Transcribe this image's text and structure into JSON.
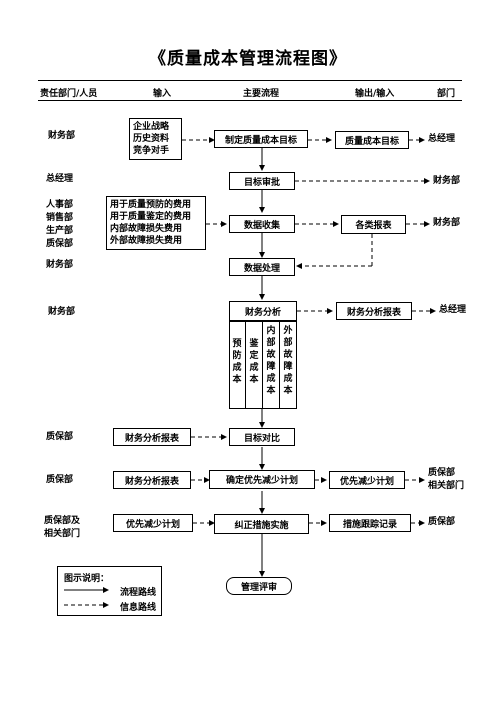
{
  "title": "《质量成本管理流程图》",
  "headers": {
    "dept": "责任部门/人员",
    "input": "输入",
    "main": "主要流程",
    "output": "输出/输入",
    "dept2": "部门"
  },
  "left_labels": {
    "r1": "财务部",
    "r2": "总经理",
    "r3": "人事部\n销售部\n生产部\n质保部",
    "r4": "财务部",
    "r5": "财务部",
    "r6": "质保部",
    "r7": "质保部",
    "r8": "质保部及\n相关部门"
  },
  "inputs": {
    "strategy": "企业战略\n历史资料\n竞争对手",
    "costs": "用于质量预防的费用\n用于质量鉴定的费用\n内部故障损失费用\n外部故障损失费用",
    "fin_report": "财务分析报表",
    "fin_report2": "财务分析报表",
    "priority_plan": "优先减少计划"
  },
  "main": {
    "set_target": "制定质量成本目标",
    "approve": "目标审批",
    "collect": "数据收集",
    "process": "数据处理",
    "analyze": "财务分析",
    "compare": "目标对比",
    "determine": "确定优先减少计划",
    "correct": "纠正措施实施",
    "review": "管理评审"
  },
  "categories": [
    "预防成本",
    "鉴定成本",
    "内部故障成本",
    "外部故障成本"
  ],
  "outputs": {
    "cost_target": "质量成本目标",
    "reports": "各类报表",
    "fin_report": "财务分析报表",
    "priority_plan": "优先减少计划",
    "tracking": "措施跟踪记录"
  },
  "right_labels": {
    "r1": "总经理",
    "r2": "财务部",
    "r3": "财务部",
    "r5": "总经理",
    "r7": "质保部\n相关部门",
    "r8": "质保部"
  },
  "legend": {
    "title": "图示说明：",
    "flow": "流程路线",
    "info": "信息路线"
  }
}
